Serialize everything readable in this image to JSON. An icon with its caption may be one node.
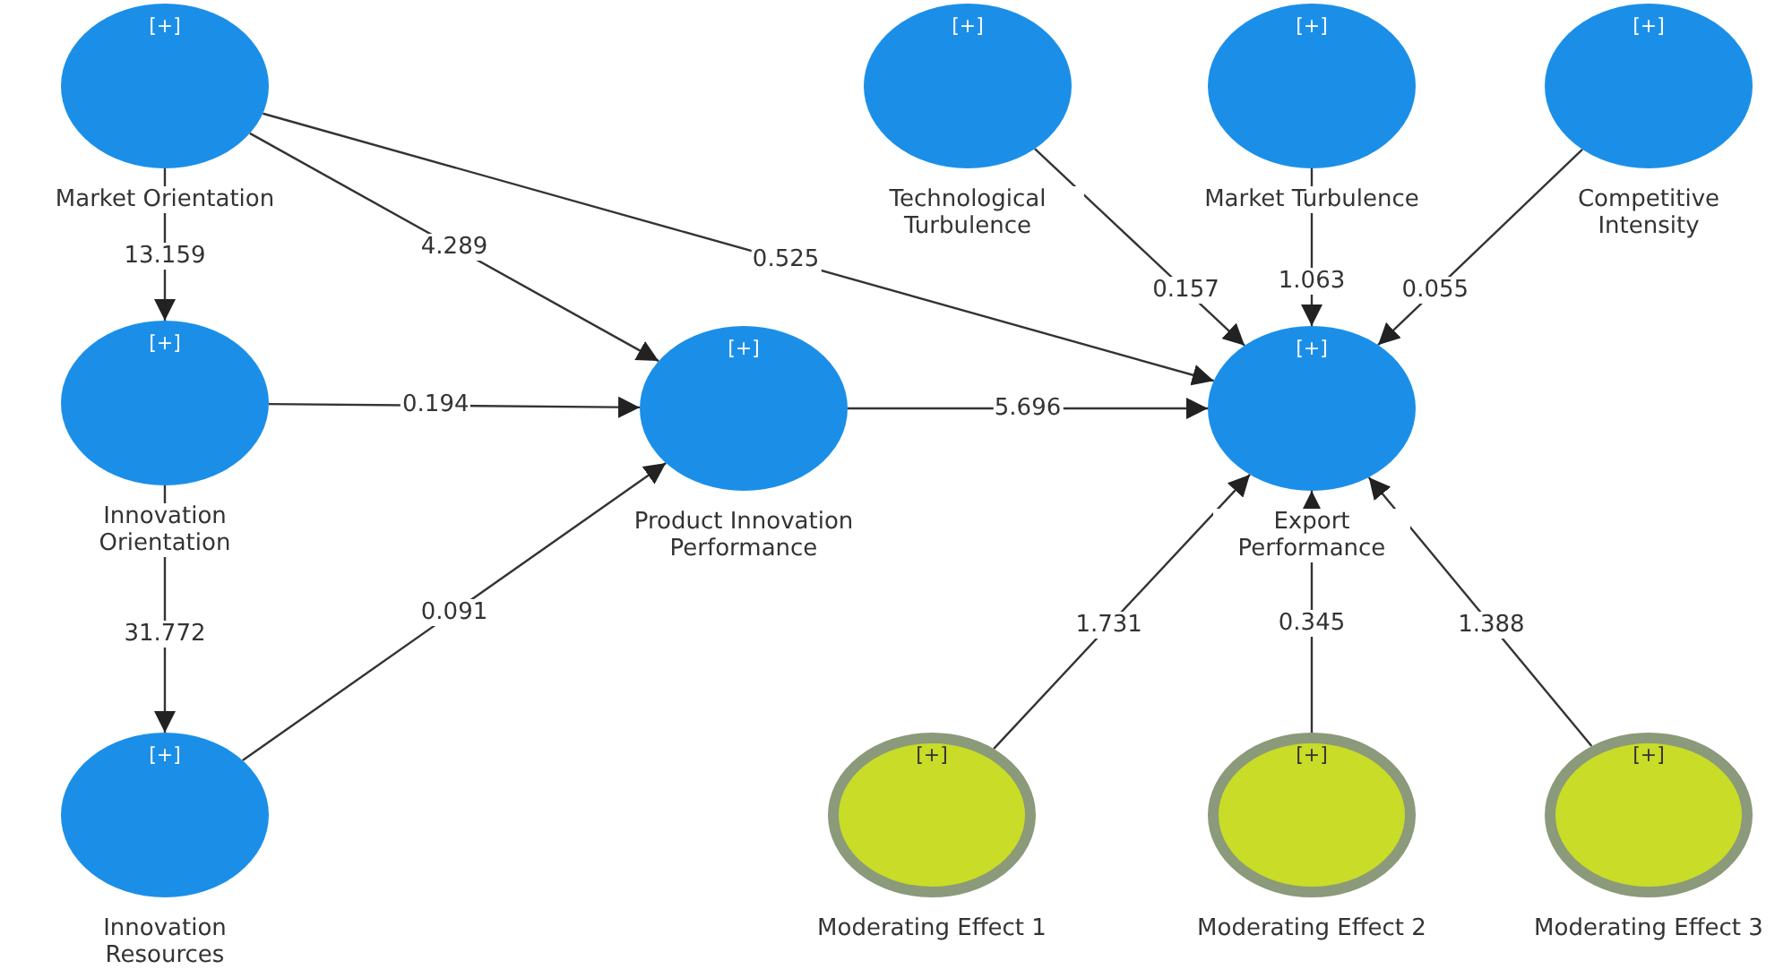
{
  "diagram": {
    "nodes": [
      {
        "text": [
          "[+]",
          "Market Orientation"
        ]
      },
      {
        "text": [
          "[+]",
          "Innovation Orientation"
        ]
      },
      {
        "text": [
          "[+]",
          "Innovation Resources"
        ]
      },
      {
        "text": [
          "[+]",
          "Product Innovation Performance"
        ]
      },
      {
        "text": [
          "[+]",
          "Technological Turbulence"
        ]
      },
      {
        "text": [
          "[+]",
          "Market Turbulence"
        ]
      },
      {
        "text": [
          "[+]",
          "Competitive Intensity"
        ]
      },
      {
        "text": [
          "[+]",
          "Export Performance"
        ]
      },
      {
        "text": [
          "[+]",
          "Moderating Effect 1"
        ]
      },
      {
        "text": [
          "[+]",
          "Moderating Effect 2"
        ]
      },
      {
        "text": [
          "[+]",
          "Moderating Effect 3"
        ]
      }
    ],
    "edges": [
      {
        "from": 0,
        "to": 1,
        "arrow": "to",
        "label": "13.159"
      },
      {
        "from": 0,
        "to": 3,
        "arrow": "to",
        "label": "4.289"
      },
      {
        "from": 0,
        "to": 7,
        "arrow": "to",
        "label": "0.525"
      },
      {
        "from": 1,
        "to": 3,
        "arrow": "to",
        "label": "0.194"
      },
      {
        "from": 1,
        "to": 2,
        "arrow": "to",
        "label": "31.772"
      },
      {
        "from": 2,
        "to": 3,
        "arrow": "to",
        "label": "0.091"
      },
      {
        "from": 3,
        "to": 7,
        "arrow": "to",
        "label": "5.696"
      },
      {
        "from": 4,
        "to": 7,
        "arrow": "to",
        "label": "0.157"
      },
      {
        "from": 5,
        "to": 7,
        "arrow": "to",
        "label": "1.063"
      },
      {
        "from": 6,
        "to": 7,
        "arrow": "to",
        "label": "0.055"
      },
      {
        "from": 8,
        "to": 7,
        "arrow": "to",
        "label": "1.731"
      },
      {
        "from": 9,
        "to": 7,
        "arrow": "to",
        "label": "0.345"
      },
      {
        "from": 10,
        "to": 7,
        "arrow": "to",
        "label": "1.388"
      }
    ]
  }
}
